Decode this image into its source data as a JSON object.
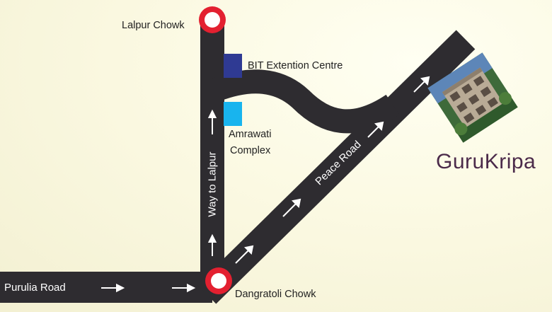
{
  "map": {
    "labels": {
      "lalpur_chowk": "Lalpur Chowk",
      "bit_extension_centre": "BIT Extention Centre",
      "amrawati_line1": "Amrawati",
      "amrawati_line2": "Complex",
      "purulia_road": "Purulia Road",
      "way_to_lalpur": "Way to Lalpur",
      "peace_road": "Peace Road",
      "dangratoli_chowk": "Dangratoli Chowk",
      "brand": "GuruKripa"
    },
    "colors": {
      "road": "#2e2c30",
      "chowk_marker_ring": "#e32030",
      "bit_marker": "#2f3a93",
      "amrawati_marker": "#18b4ee",
      "brand_text": "#4b2a4a"
    }
  }
}
